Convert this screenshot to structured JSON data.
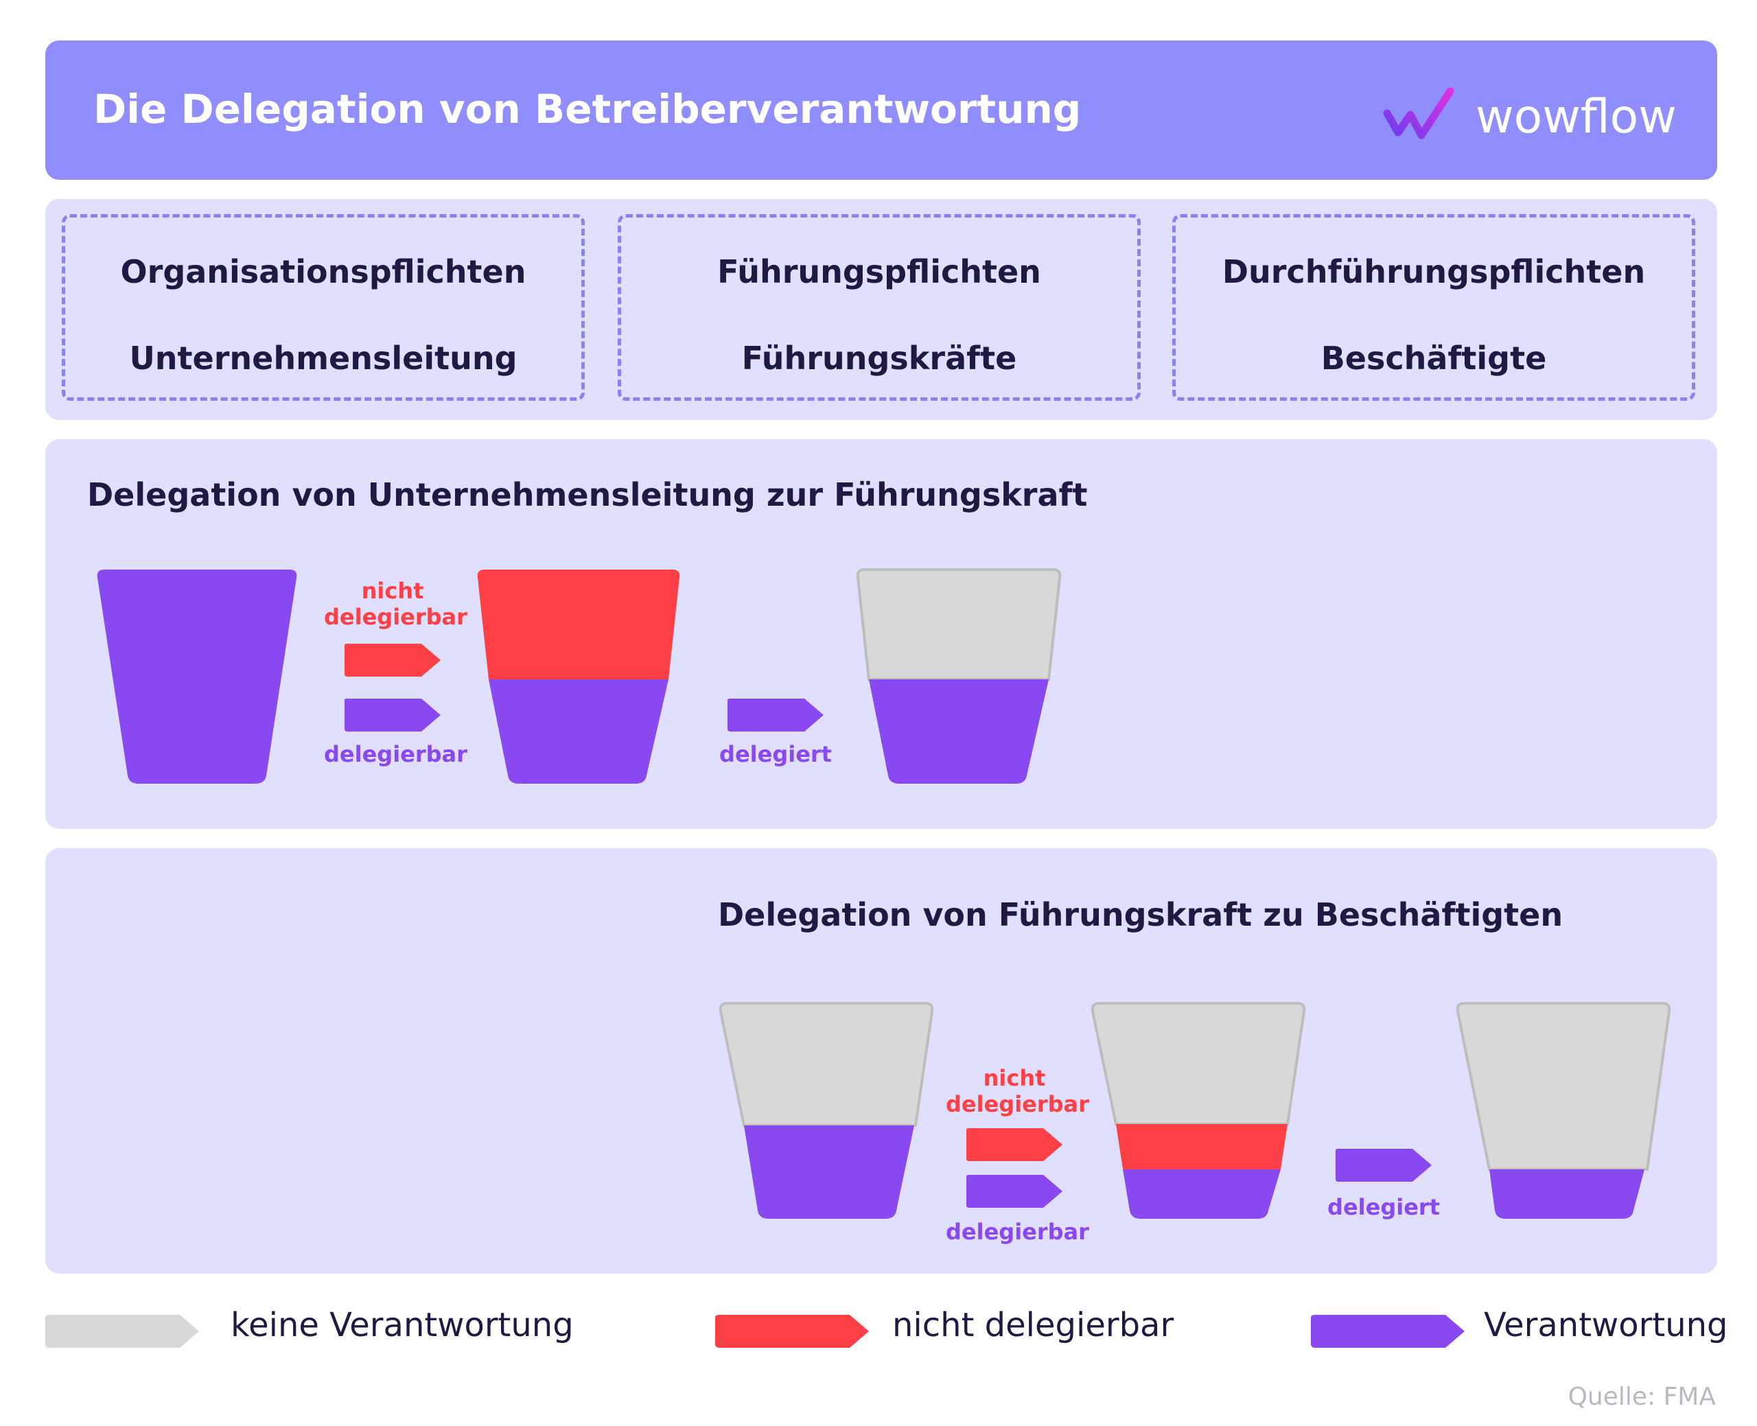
{
  "header": {
    "title": "Die Delegation von Betreiberverantwortung",
    "logo_text": "wowflow"
  },
  "roles": [
    {
      "duty": "Organisationspflichten",
      "person": "Unternehmensleitung"
    },
    {
      "duty": "Führungspflichten",
      "person": "Führungskräfte"
    },
    {
      "duty": "Durchführungspflichten",
      "person": "Beschäftigte"
    }
  ],
  "panel1": {
    "title": "Delegation von Unternehmensleitung zur Führungskraft",
    "label_nicht_line1": "nicht",
    "label_nicht_line2": "delegierbar",
    "label_delegierbar": "delegierbar",
    "label_delegiert": "delegiert"
  },
  "panel2": {
    "title": "Delegation von Führungskraft zu Beschäftigten",
    "label_nicht_line1": "nicht",
    "label_nicht_line2": "delegierbar",
    "label_delegierbar": "delegierbar",
    "label_delegiert": "delegiert"
  },
  "legend": [
    {
      "label": "keine Verantwortung",
      "color": "#d8d8d8"
    },
    {
      "label": "nicht delegierbar",
      "color": "#fc4045"
    },
    {
      "label": "Verantwortung",
      "color": "#8a49f0"
    }
  ],
  "colors": {
    "purple": "#8a49f0",
    "red": "#fc4045",
    "gray": "#d8d8d8",
    "header": "#8f8efc",
    "panel": "#e0dffd"
  },
  "source": "Quelle: FMA"
}
